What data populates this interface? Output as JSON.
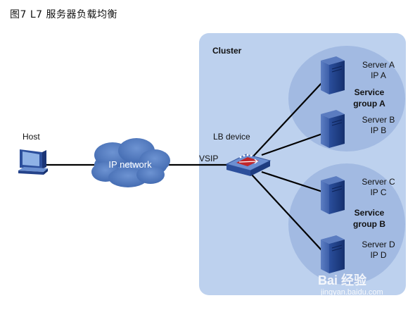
{
  "figure": {
    "title": "图7 L7 服务器负载均衡"
  },
  "cluster": {
    "label": "Cluster"
  },
  "host": {
    "label": "Host"
  },
  "network": {
    "label": "IP network"
  },
  "lb": {
    "label": "LB device",
    "vip_label": "VSIP"
  },
  "servers": [
    {
      "name": "Server A",
      "ip": "IP A"
    },
    {
      "name": "Server B",
      "ip": "IP B"
    },
    {
      "name": "Server C",
      "ip": "IP C"
    },
    {
      "name": "Server D",
      "ip": "IP D"
    }
  ],
  "groups": [
    {
      "line1": "Service",
      "line2": "group A"
    },
    {
      "line1": "Service",
      "line2": "group B"
    }
  ],
  "watermark": {
    "text": "Bai 经验",
    "url": "jingyan.baidu.com"
  },
  "colors": {
    "cluster_bg": "#bdd1ee",
    "group_bg": "#9fb8e0",
    "cloud": "#4a73b8",
    "server": "#1f3e86",
    "link": "#000000"
  }
}
